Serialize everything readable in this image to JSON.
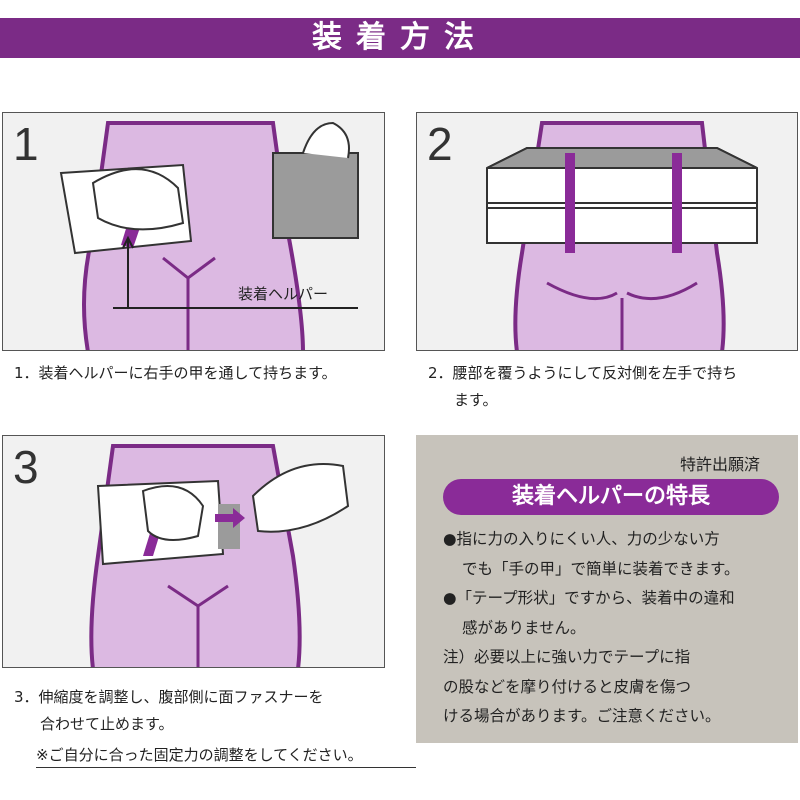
{
  "header": {
    "title": "装着方法"
  },
  "steps": [
    {
      "number": "1",
      "label": "装着ヘルパー",
      "caption": "1．装着ヘルパーに右手の甲を通して持ちます。"
    },
    {
      "number": "2",
      "caption_line1": "2．腰部を覆うようにして反対側を左手で持ち",
      "caption_line2": "ます。"
    },
    {
      "number": "3",
      "caption_line1": "3．伸縮度を調整し、腹部側に面ファスナーを",
      "caption_line2": "合わせて止めます。",
      "note": "※ご自分に合った固定力の調整をしてください。"
    }
  ],
  "features": {
    "patent": "特許出願済",
    "title": "装着ヘルパーの特長",
    "bullet1_line1": "●指に力の入りにくい人、力の少ない方",
    "bullet1_line2": "でも「手の甲」で簡単に装着できます。",
    "bullet2_line1": "●「テープ形状」ですから、装着中の違和",
    "bullet2_line2": "感がありません。",
    "note_line1": "注）必要以上に強い力でテープに指",
    "note_line2": "の股などを摩り付けると皮膚を傷つ",
    "note_line3": "ける場合があります。ご注意ください。"
  },
  "colors": {
    "purple": "#7b2b86",
    "lavender": "#d9b3df",
    "gray": "#c7c3bb"
  }
}
